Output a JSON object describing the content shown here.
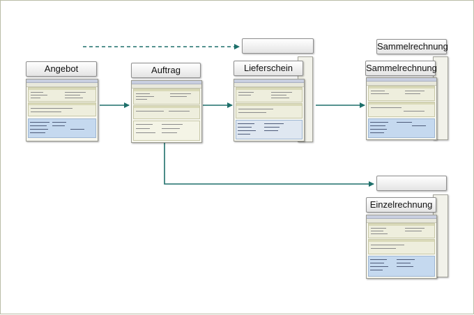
{
  "diagram": {
    "nodes": {
      "angebot": "Angebot",
      "auftrag": "Auftrag",
      "lieferschein": "Lieferschein",
      "sammelrechnung_back": "Sammelrechnung",
      "sammelrechnung": "Sammelrechnung",
      "einzelrechnung": "Einzelrechnung",
      "empty_top": "",
      "empty_mid": ""
    },
    "colors": {
      "arrow": "#1d6f6a",
      "border": "#b9bca6",
      "highlight_rows": "#c5d9ef"
    }
  }
}
